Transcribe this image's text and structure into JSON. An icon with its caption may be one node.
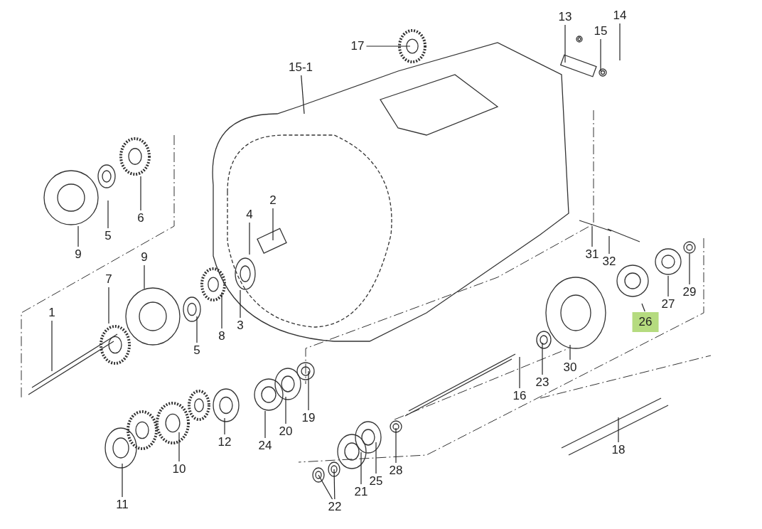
{
  "diagram": {
    "nodes": [
      {
        "text": [
          "14"
        ]
      },
      {
        "text": [
          "13"
        ]
      },
      {
        "text": [
          "15"
        ]
      },
      {
        "text": [
          "17"
        ]
      },
      {
        "text": [
          "15-1"
        ]
      },
      {
        "text": [
          "2"
        ]
      },
      {
        "text": [
          "4"
        ]
      },
      {
        "text": [
          "6"
        ]
      },
      {
        "text": [
          "5"
        ]
      },
      {
        "text": [
          "9"
        ]
      },
      {
        "text": [
          "31"
        ]
      },
      {
        "text": [
          "9"
        ]
      },
      {
        "text": [
          "32"
        ]
      },
      {
        "text": [
          "7"
        ]
      },
      {
        "text": [
          "29"
        ]
      },
      {
        "text": [
          "27"
        ]
      },
      {
        "text": [
          "1"
        ]
      },
      {
        "text": [
          "26"
        ]
      },
      {
        "text": [
          "3"
        ]
      },
      {
        "text": [
          "8"
        ]
      },
      {
        "text": [
          "5"
        ]
      },
      {
        "text": [
          "30"
        ]
      },
      {
        "text": [
          "23"
        ]
      },
      {
        "text": [
          "16"
        ]
      },
      {
        "text": [
          "19"
        ]
      },
      {
        "text": [
          "20"
        ]
      },
      {
        "text": [
          "12"
        ]
      },
      {
        "text": [
          "24"
        ]
      },
      {
        "text": [
          "18"
        ]
      },
      {
        "text": [
          "10"
        ]
      },
      {
        "text": [
          "28"
        ]
      },
      {
        "text": [
          "25"
        ]
      },
      {
        "text": [
          "21"
        ]
      },
      {
        "text": [
          "11"
        ]
      },
      {
        "text": [
          "22"
        ]
      }
    ],
    "edges": [
      {
        "from": 0,
        "to": null,
        "arrow": "none"
      },
      {
        "from": 1,
        "to": null,
        "arrow": "none"
      },
      {
        "from": 2,
        "to": null,
        "arrow": "none"
      },
      {
        "from": 3,
        "to": null,
        "arrow": "none"
      },
      {
        "from": 4,
        "to": null,
        "arrow": "none"
      },
      {
        "from": 5,
        "to": null,
        "arrow": "none"
      },
      {
        "from": 6,
        "to": null,
        "arrow": "none"
      },
      {
        "from": 7,
        "to": null,
        "arrow": "none"
      },
      {
        "from": 8,
        "to": null,
        "arrow": "none"
      },
      {
        "from": 9,
        "to": null,
        "arrow": "none"
      },
      {
        "from": 10,
        "to": null,
        "arrow": "none"
      },
      {
        "from": 11,
        "to": null,
        "arrow": "none"
      },
      {
        "from": 12,
        "to": null,
        "arrow": "none"
      },
      {
        "from": 13,
        "to": null,
        "arrow": "none"
      },
      {
        "from": 14,
        "to": null,
        "arrow": "none"
      },
      {
        "from": 15,
        "to": null,
        "arrow": "none"
      },
      {
        "from": 16,
        "to": null,
        "arrow": "none"
      },
      {
        "from": 17,
        "to": null,
        "arrow": "none"
      },
      {
        "from": 18,
        "to": null,
        "arrow": "none"
      },
      {
        "from": 19,
        "to": null,
        "arrow": "none"
      },
      {
        "from": 20,
        "to": null,
        "arrow": "none"
      },
      {
        "from": 21,
        "to": null,
        "arrow": "none"
      },
      {
        "from": 22,
        "to": null,
        "arrow": "none"
      },
      {
        "from": 23,
        "to": null,
        "arrow": "none"
      },
      {
        "from": 24,
        "to": null,
        "arrow": "none"
      },
      {
        "from": 25,
        "to": null,
        "arrow": "none"
      },
      {
        "from": 26,
        "to": null,
        "arrow": "none"
      },
      {
        "from": 27,
        "to": null,
        "arrow": "none"
      },
      {
        "from": 28,
        "to": null,
        "arrow": "none"
      },
      {
        "from": 29,
        "to": null,
        "arrow": "none"
      },
      {
        "from": 30,
        "to": null,
        "arrow": "none"
      },
      {
        "from": 31,
        "to": null,
        "arrow": "none"
      },
      {
        "from": 32,
        "to": null,
        "arrow": "none"
      },
      {
        "from": 33,
        "to": null,
        "arrow": "none"
      },
      {
        "from": 34,
        "to": null,
        "arrow": "none"
      },
      {
        "from": 34,
        "to": null,
        "arrow": "none"
      }
    ]
  }
}
